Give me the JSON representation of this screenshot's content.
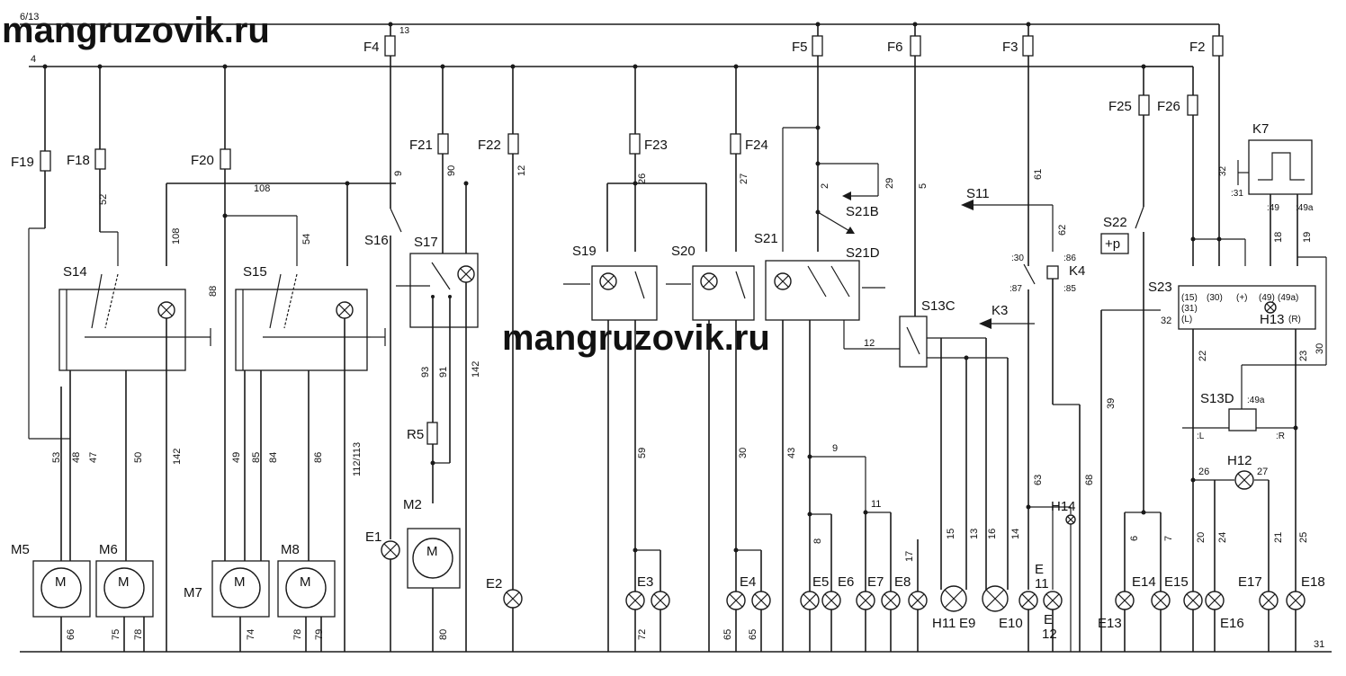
{
  "watermark": {
    "text": "mangruzovik.ru"
  },
  "rails": {
    "top": "6/13",
    "second": "4",
    "ground": "31",
    "f4_wire": "13"
  },
  "fuses": {
    "F2": "F2",
    "F3": "F3",
    "F4": "F4",
    "F5": "F5",
    "F6": "F6",
    "F18": "F18",
    "F19": "F19",
    "F20": "F20",
    "F21": "F21",
    "F22": "F22",
    "F23": "F23",
    "F24": "F24",
    "F25": "F25",
    "F26": "F26"
  },
  "components": {
    "S11": "S11",
    "S13C": "S13C",
    "S13D": "S13D",
    "S14": "S14",
    "S15": "S15",
    "S16": "S16",
    "S17": "S17",
    "S19": "S19",
    "S20": "S20",
    "S21": "S21",
    "S21B": "S21B",
    "S21D": "S21D",
    "S22": "S22",
    "S23": "S23",
    "K3": "K3",
    "K4": "K4",
    "K7": "K7",
    "H11": "H11",
    "H12": "H12",
    "H13": "H13",
    "H14": "H14",
    "R5": "R5",
    "M2": "M2",
    "M5": "M5",
    "M6": "M6",
    "M7": "M7",
    "M8": "M8",
    "E1": "E1",
    "E2": "E2",
    "E3": "E3",
    "E4": "E4",
    "E5": "E5",
    "E6": "E6",
    "E7": "E7",
    "E8": "E8",
    "E9": "E9",
    "E10": "E10",
    "E11a": "E",
    "E11b": "11",
    "E12a": "E",
    "E12b": "12",
    "E13": "E13",
    "E14": "E14",
    "E15": "E15",
    "E16": "E16",
    "E17": "E17",
    "E18": "E18",
    "motor_letter": "M",
    "plus_p": "+p"
  },
  "pins": {
    "k4_30": ":30",
    "k4_86": ":86",
    "k4_87": ":87",
    "k4_85": ":85",
    "k7_32": "32",
    "k7_31": ":31",
    "k7_49": ":49",
    "k7_49a": ":49a",
    "h13_15": "(15)",
    "h13_30": "(30)",
    "h13_plus": "(+)",
    "h13_49": "(49)",
    "h13_49a": "(49a)",
    "h13_31": "(31)",
    "h13_L": "(L)",
    "h13_R": "(R)",
    "s13d_49a": ":49a",
    "s13d_L": ":L",
    "s13d_R": ":R"
  },
  "wires": {
    "w52": "52",
    "w108a": "108",
    "w108b": "108",
    "w88": "88",
    "w54": "54",
    "w53": "53",
    "w48": "48",
    "w47": "47",
    "w50": "50",
    "w142a": "142",
    "w49": "49",
    "w85": "85",
    "w84": "84",
    "w86": "86",
    "w112": "112/113",
    "w66": "66",
    "w75": "75",
    "w78a": "78",
    "w74": "74",
    "w78b": "78",
    "w79": "79",
    "w9a": "9",
    "w90": "90",
    "w93": "93",
    "w91": "91",
    "w142b": "142",
    "w80": "80",
    "w12a": "12",
    "w26": "26",
    "w27": "27",
    "w59": "59",
    "w30a": "30",
    "w72": "72",
    "w65a": "65",
    "w65b": "65",
    "w2": "2",
    "w29": "29",
    "w5": "5",
    "w43": "43",
    "w12b": "12",
    "w9b": "9",
    "w11": "11",
    "w8": "8",
    "w17": "17",
    "w15": "15",
    "w13": "13",
    "w16": "16",
    "w14": "14",
    "w61": "61",
    "w62": "62",
    "w63": "63",
    "w68": "68",
    "w39": "39",
    "w18": "18",
    "w19": "19",
    "w32": "32",
    "w22": "22",
    "w23": "23",
    "w30b": "30",
    "w26b": "26",
    "w27b": "27",
    "w20": "20",
    "w24": "24",
    "w21": "21",
    "w25": "25",
    "w6": "6",
    "w7": "7"
  }
}
